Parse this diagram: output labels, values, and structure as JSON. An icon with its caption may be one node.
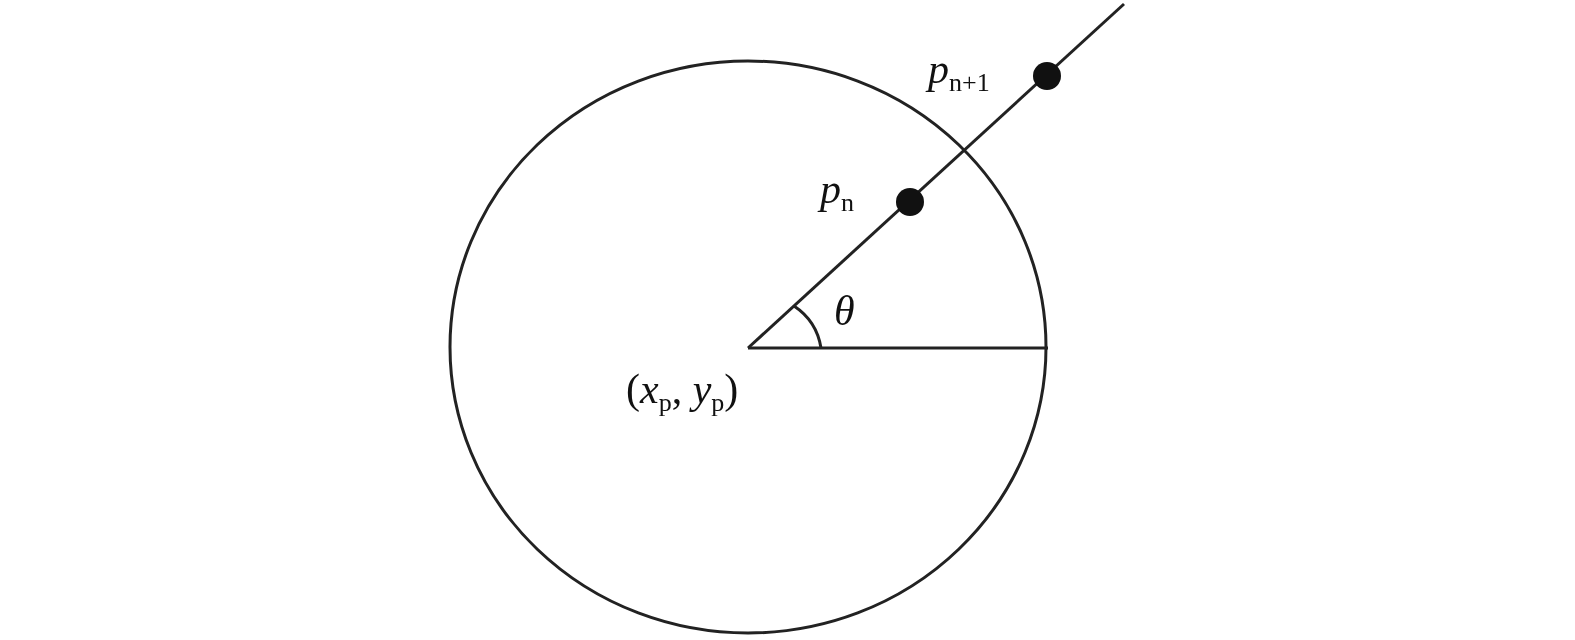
{
  "diagram": {
    "labels": [
      "*p*$_{n+1}$",
      "*p*$_{n}$",
      "θ",
      "(*x*$_{p}$, *y*$_{p}$)"
    ]
  }
}
